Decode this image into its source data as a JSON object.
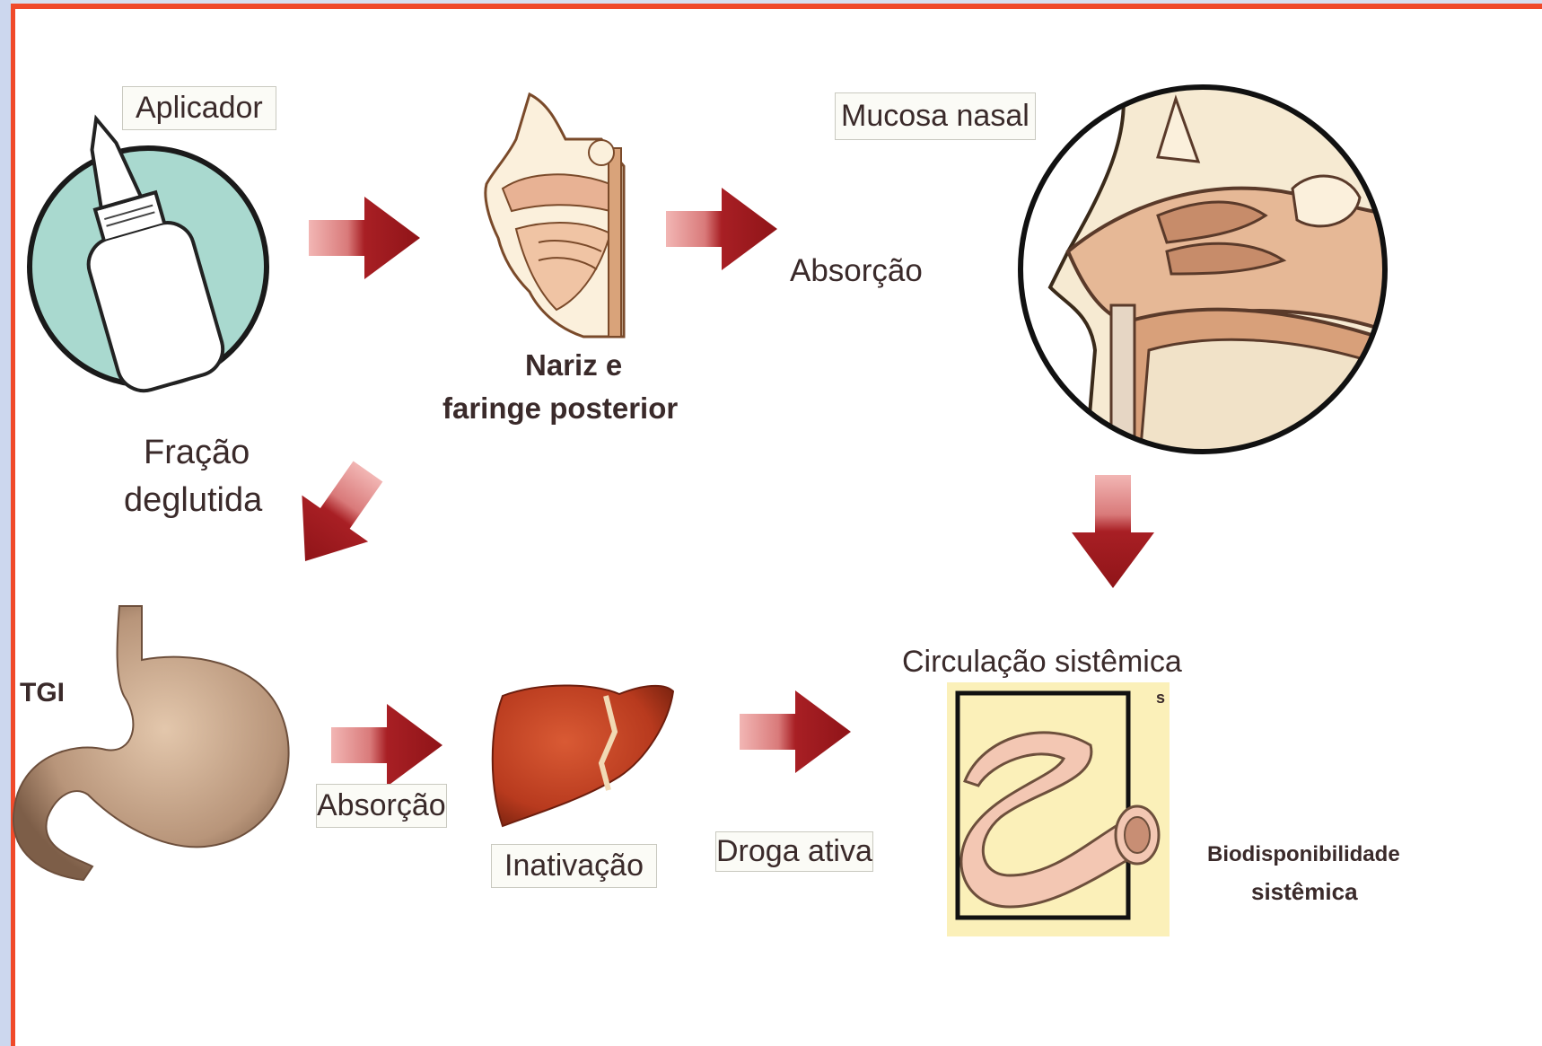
{
  "labels": {
    "aplicador": "Aplicador",
    "nariz_line1": "Nariz  e",
    "nariz_line2": "faringe posterior",
    "mucosa": "Mucosa nasal",
    "absorcao_top": "Absorção",
    "fracao_line1": "Fração",
    "fracao_line2": "deglutida",
    "tgi": "TGI",
    "absorcao_bottom": "Absorção",
    "inativacao": "Inativação",
    "droga_ativa": "Droga ativa",
    "circulacao": "Circulação sistêmica",
    "vessel_mark": "s",
    "biodisp_line1": "Biodisponibilidade",
    "biodisp_line2": "sistêmica"
  },
  "colors": {
    "frame": "#f04a2a",
    "arrow_dark": "#a81f24",
    "arrow_light": "#f2b6b4",
    "bottle_circle": "#a9d9cf",
    "liver": "#b83a1e",
    "stomach": "#c7a68c",
    "vessel": "#f3c7b3",
    "vessel_box": "#fbf0b9"
  },
  "icons": {
    "applicator": "nasal-spray-bottle-icon",
    "nose_throat": "nose-pharynx-section-icon",
    "mucosa": "nasal-cavity-section-icon",
    "stomach": "stomach-icon",
    "liver": "liver-icon",
    "vessel": "blood-vessel-icon",
    "arrow": "arrow-icon"
  }
}
